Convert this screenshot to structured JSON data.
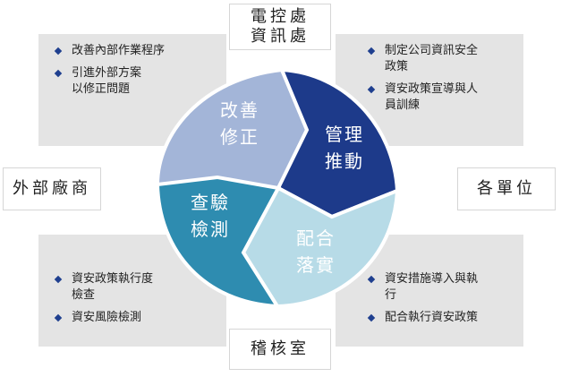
{
  "tags": {
    "top": "電控處\n資訊處",
    "left": "外部廠商",
    "right": "各單位",
    "bottom": "稽核室"
  },
  "segments": [
    {
      "id": "improve",
      "label_line1": "改善",
      "label_line2": "修正",
      "color": "#a3b5d8"
    },
    {
      "id": "manage",
      "label_line1": "管理",
      "label_line2": "推動",
      "color": "#1d3a8a"
    },
    {
      "id": "cooperate",
      "label_line1": "配合",
      "label_line2": "落實",
      "color": "#b7dbe7"
    },
    {
      "id": "inspect",
      "label_line1": "查驗",
      "label_line2": "檢測",
      "color": "#2e8cb0"
    }
  ],
  "lists": {
    "top_left": [
      "改善內部作業程序",
      "引進外部方案\n以修正問題"
    ],
    "top_right": [
      "制定公司資訊安全\n政策",
      "資安政策宣導與人\n員訓練"
    ],
    "bottom_left": [
      "資安政策執行度\n檢查",
      "資安風險檢測"
    ],
    "bottom_right": [
      "資安措施導入與執\n行",
      "配合執行資安政策"
    ]
  },
  "colors": {
    "panel": "#e4e4e4",
    "bullet": "#1f3f8f"
  }
}
